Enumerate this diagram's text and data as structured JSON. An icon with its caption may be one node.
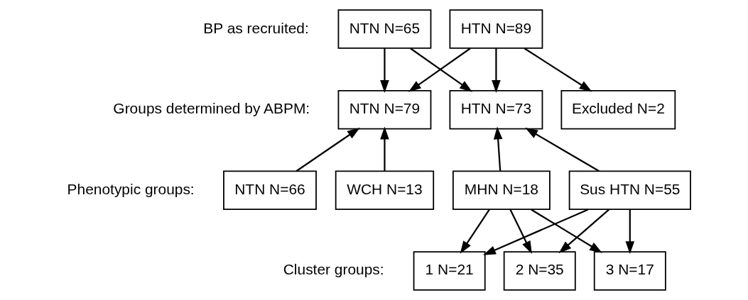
{
  "diagram": {
    "nodes": [
      {
        "text": [
          "NTN N=65"
        ]
      },
      {
        "text": [
          "HTN N=89"
        ]
      },
      {
        "text": [
          "NTN N=79"
        ]
      },
      {
        "text": [
          "HTN N=73"
        ]
      },
      {
        "text": [
          "Excluded N=2"
        ]
      },
      {
        "text": [
          "NTN N=66"
        ]
      },
      {
        "text": [
          "WCH N=13"
        ]
      },
      {
        "text": [
          "MHN N=18"
        ]
      },
      {
        "text": [
          "Sus HTN N=55"
        ]
      },
      {
        "text": [
          "1 N=21"
        ]
      },
      {
        "text": [
          "2 N=35"
        ]
      },
      {
        "text": [
          "3 N=17"
        ]
      }
    ],
    "edges": [
      {
        "from": 0,
        "to": 2,
        "arrow": "to"
      },
      {
        "from": 0,
        "to": 3,
        "arrow": "to"
      },
      {
        "from": 1,
        "to": 2,
        "arrow": "to"
      },
      {
        "from": 1,
        "to": 3,
        "arrow": "to"
      },
      {
        "from": 1,
        "to": 4,
        "arrow": "to"
      },
      {
        "from": 5,
        "to": 2,
        "arrow": "to"
      },
      {
        "from": 6,
        "to": 2,
        "arrow": "to"
      },
      {
        "from": 7,
        "to": 3,
        "arrow": "to"
      },
      {
        "from": 8,
        "to": 3,
        "arrow": "to"
      },
      {
        "from": 7,
        "to": 9,
        "arrow": "to"
      },
      {
        "from": 7,
        "to": 10,
        "arrow": "to"
      },
      {
        "from": 7,
        "to": 11,
        "arrow": "to"
      },
      {
        "from": 8,
        "to": 9,
        "arrow": "to"
      },
      {
        "from": 8,
        "to": 10,
        "arrow": "to"
      },
      {
        "from": 8,
        "to": 11,
        "arrow": "to"
      }
    ],
    "labels": [
      "BP as recruited:",
      "Groups determined by ABPM:",
      "Phenotypic groups:",
      "Cluster groups:"
    ]
  }
}
